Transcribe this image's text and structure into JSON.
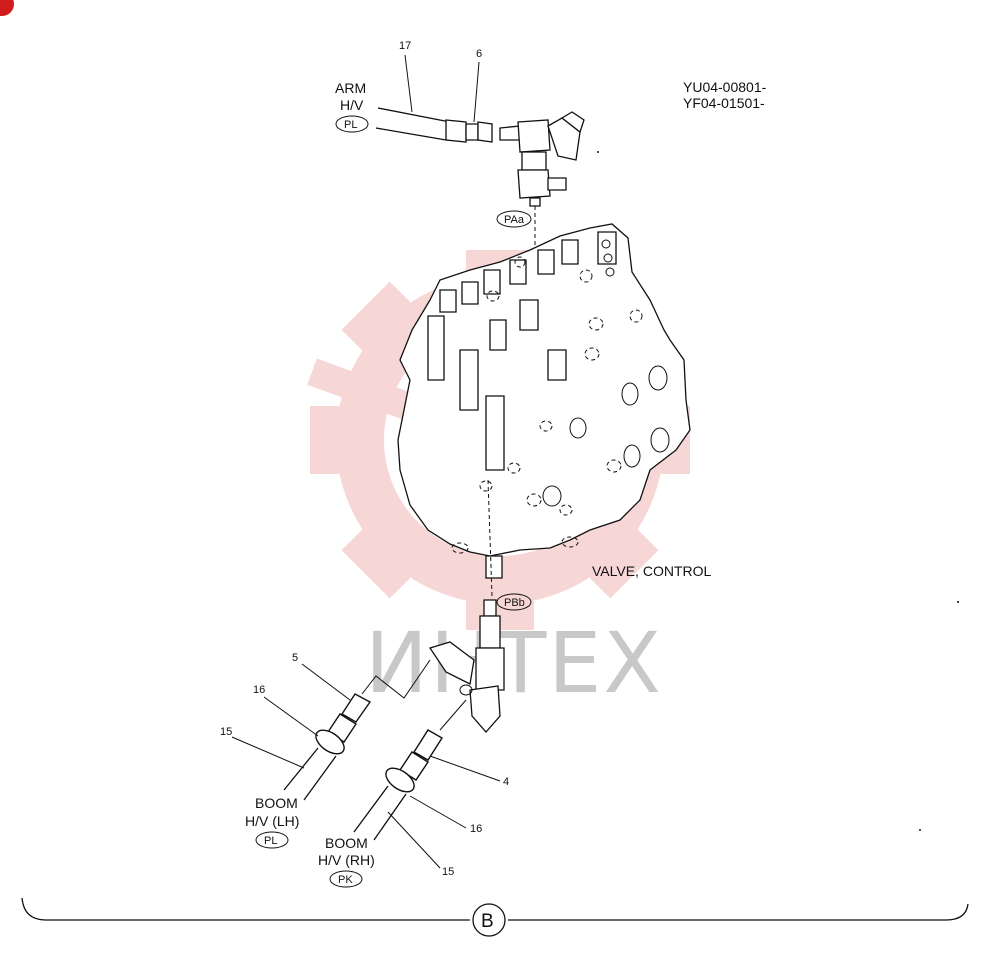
{
  "doc_codes": [
    "YU04-00801-",
    "YF04-01501-"
  ],
  "watermark": "ИНТЕХ",
  "component_label": "VALVE, CONTROL",
  "ports": {
    "top": "PAa",
    "bottom": "PBb"
  },
  "arm": {
    "line1": "ARM",
    "line2": "H/V",
    "port": "PL"
  },
  "boom_lh": {
    "line1": "BOOM",
    "line2": "H/V (LH)",
    "port": "PL"
  },
  "boom_rh": {
    "line1": "BOOM",
    "line2": "H/V (RH)",
    "port": "PK"
  },
  "callouts": {
    "c17": "17",
    "c6": "6",
    "c5": "5",
    "c16a": "16",
    "c15a": "15",
    "c4": "4",
    "c16b": "16",
    "c15b": "15"
  },
  "section_marker": "B",
  "colors": {
    "line": "#111111",
    "watermark_logo": "#f2b5b5",
    "watermark_text": "#c8c8c8",
    "corner_mark": "#d01c1c"
  }
}
